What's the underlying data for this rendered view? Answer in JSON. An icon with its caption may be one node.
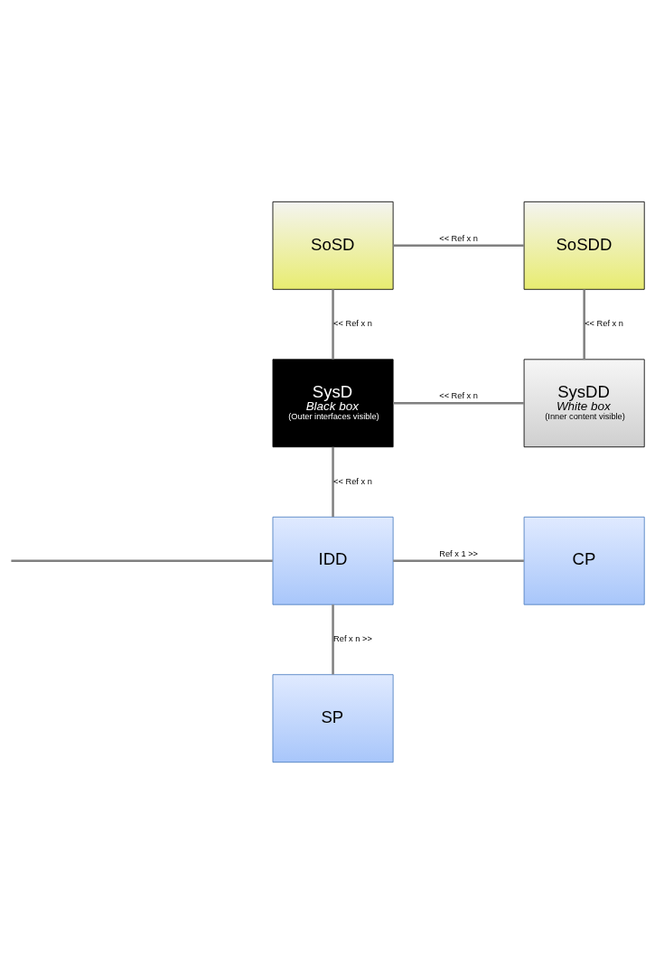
{
  "diagram": {
    "nodes": [
      {
        "text": [
          "SoSD"
        ]
      },
      {
        "text": [
          "SoSDD"
        ]
      },
      {
        "text": [
          "SysD",
          "Black box",
          "(Outer interfaces visible)"
        ]
      },
      {
        "text": [
          "SysDD",
          "White box",
          "(Inner content visible)"
        ]
      },
      {
        "text": [
          "IDD"
        ]
      },
      {
        "text": [
          "CP"
        ]
      },
      {
        "text": [
          "SP"
        ]
      }
    ],
    "edges": [
      {
        "from": 0,
        "to": 1,
        "arrow": "none",
        "label": "<< Ref x n"
      },
      {
        "from": 0,
        "to": 2,
        "arrow": "none",
        "label": "<< Ref x n"
      },
      {
        "from": 1,
        "to": 3,
        "arrow": "none",
        "label": "<< Ref x n"
      },
      {
        "from": 2,
        "to": 3,
        "arrow": "none",
        "label": "<< Ref x n"
      },
      {
        "from": 2,
        "to": 4,
        "arrow": "none",
        "label": "<< Ref x n"
      },
      {
        "from": null,
        "to": 4,
        "arrow": "none"
      },
      {
        "from": 4,
        "to": 5,
        "arrow": "none",
        "label": "Ref x 1 >>"
      },
      {
        "from": 4,
        "to": 6,
        "arrow": "none",
        "label": "Ref x n >>"
      }
    ]
  }
}
